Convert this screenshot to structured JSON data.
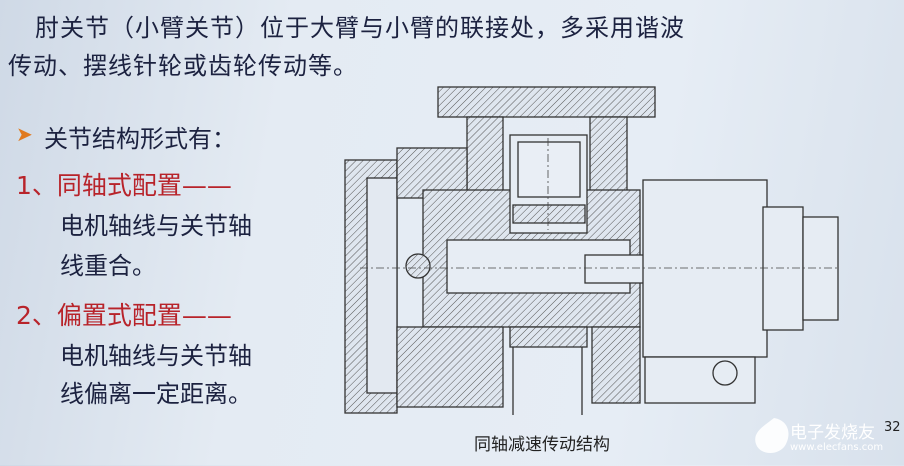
{
  "slide": {
    "intro_line1": "肘关节（小臂关节）位于大臂与小臂的联接处，多采用谐波",
    "intro_line2": "传动、摆线针轮或齿轮传动等。",
    "bullet_heading": "关节结构形式有：",
    "items": [
      {
        "label": "1、同轴式配置——",
        "desc_line1": "电机轴线与关节轴",
        "desc_line2": "线重合。"
      },
      {
        "label": "2、偏置式配置——",
        "desc_line1": "电机轴线与关节轴",
        "desc_line2": "线偏离一定距离。"
      }
    ],
    "figure_caption": "同轴减速传动结构",
    "page_number": "32"
  },
  "watermark": {
    "brand": "电子发烧友",
    "site": "www.elecfans.com"
  },
  "colors": {
    "text": "#1c2240",
    "accent_red": "#b8232a",
    "bullet_arrow": "#e07a20",
    "background": "#e4ebf3"
  }
}
